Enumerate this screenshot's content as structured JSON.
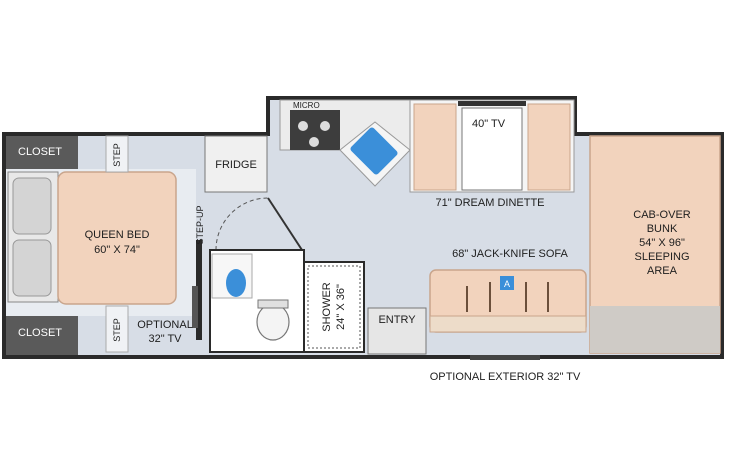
{
  "labels": {
    "micro": "MICRO",
    "tv_40": "40\" TV",
    "closet_top": "CLOSET",
    "closet_bottom": "CLOSET",
    "step_top": "STEP",
    "step_bottom": "STEP",
    "fridge": "FRIDGE",
    "queen_bed": "QUEEN BED",
    "queen_bed_size": "60\" X 74\"",
    "step_up": "STEP-UP",
    "dream_dinette": "71\" DREAM DINETTE",
    "cab_over_bunk": [
      "CAB-OVER",
      "BUNK",
      "54\" X 96\"",
      "SLEEPING",
      "AREA"
    ],
    "jack_knife_sofa": "68\" JACK-KNIFE SOFA",
    "sofa_marker": "A",
    "optional_tv": [
      "OPTIONAL",
      "32\" TV"
    ],
    "shower": [
      "SHOWER",
      "24\" X 36\""
    ],
    "entry": "ENTRY",
    "optional_exterior_tv": "OPTIONAL EXTERIOR 32\" TV"
  },
  "colors": {
    "floor": "#d7dde6",
    "wall": "#2a2a2a",
    "cabinet": "#f2f2f2",
    "closet": "#5a5a5a",
    "bed": "#f2d3bd",
    "bed_edge": "#c9a58c",
    "accent": "#3b8fd9"
  }
}
